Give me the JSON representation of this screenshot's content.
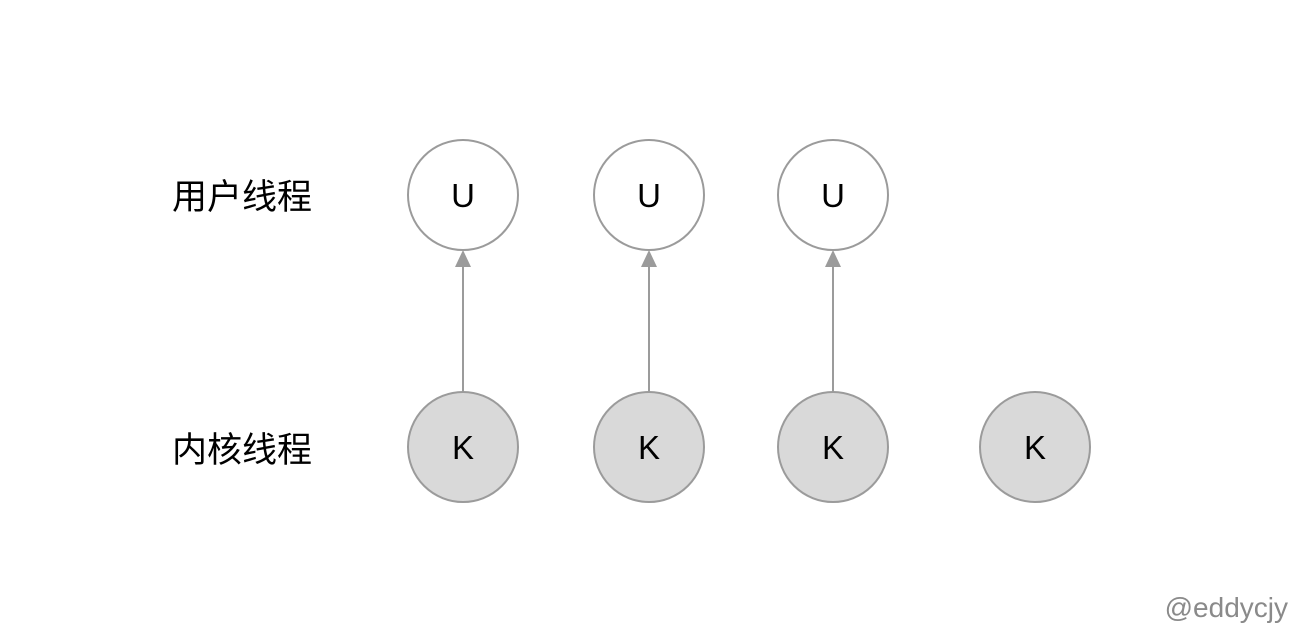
{
  "rows": {
    "user_label": "用户线程",
    "kernel_label": "内核线程"
  },
  "user_threads": [
    {
      "letter": "U"
    },
    {
      "letter": "U"
    },
    {
      "letter": "U"
    }
  ],
  "kernel_threads": [
    {
      "letter": "K"
    },
    {
      "letter": "K"
    },
    {
      "letter": "K"
    },
    {
      "letter": "K"
    }
  ],
  "mappings": [
    {
      "kernel": 0,
      "user": 0
    },
    {
      "kernel": 1,
      "user": 1
    },
    {
      "kernel": 2,
      "user": 2
    }
  ],
  "watermark": "@eddycjy",
  "colors": {
    "user_fill": "#ffffff",
    "kernel_fill": "#d9d9d9",
    "stroke": "#9b9b9b",
    "arrow": "#9b9b9b"
  }
}
